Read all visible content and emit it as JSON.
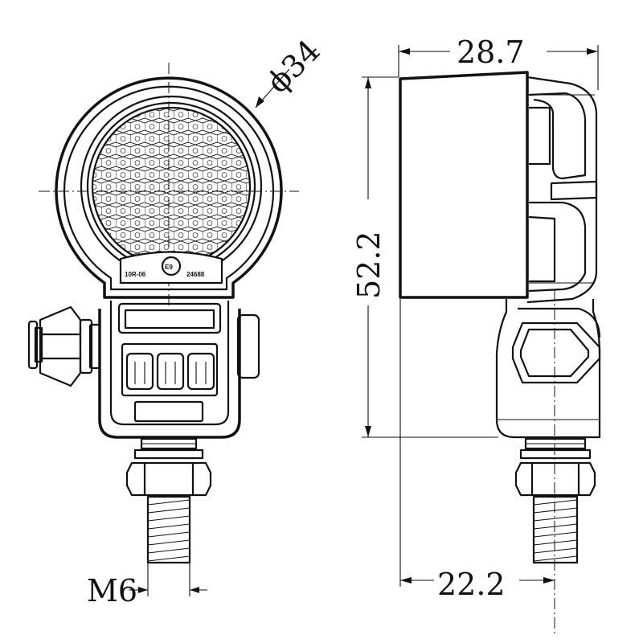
{
  "dimensions": {
    "diameter": "ϕ34",
    "depth": "28.7",
    "height": "52.2",
    "mount_offset": "22.2",
    "thread": "M6"
  },
  "lens_markings": {
    "left": "10R-06",
    "center": "E9",
    "right": "24688"
  }
}
